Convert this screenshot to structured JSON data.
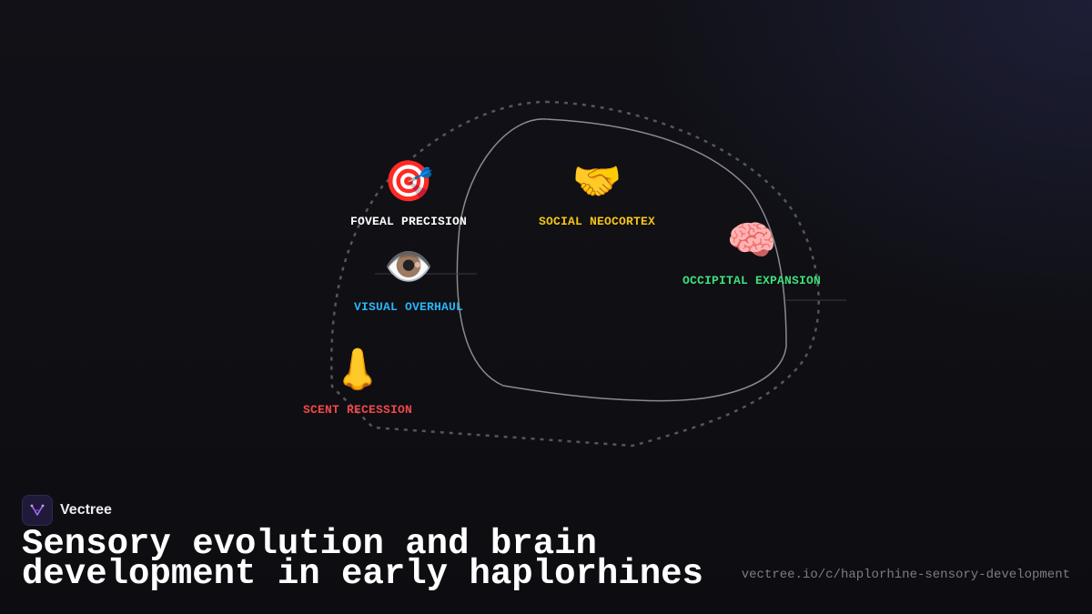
{
  "brand": {
    "name": "Vectree",
    "logo_icon": "vectree-logo-icon"
  },
  "title": "Sensory evolution and brain development in early haplorhines",
  "url": "vectree.io/c/haplorhine-sensory-development",
  "nodes": [
    {
      "id": "foveal",
      "icon": "🎯",
      "icon_name": "target-icon",
      "label": "FOVEAL PRECISION",
      "color": "#ffffff"
    },
    {
      "id": "social",
      "icon": "🤝",
      "icon_name": "handshake-icon",
      "label": "SOCIAL NEOCORTEX",
      "color": "#f5c518"
    },
    {
      "id": "occipital",
      "icon": "🧠",
      "icon_name": "brain-icon",
      "label": "OCCIPITAL EXPANSION",
      "color": "#3ee07a"
    },
    {
      "id": "visual",
      "icon": "👁️",
      "icon_name": "eye-icon",
      "label": "VISUAL OVERHAUL",
      "color": "#29b6f6"
    },
    {
      "id": "scent",
      "icon": "👃",
      "icon_name": "nose-icon",
      "label": "SCENT RECESSION",
      "color": "#f04848"
    }
  ],
  "colors": {
    "background": "#0e0e12",
    "outer_boundary": "#5a5a62",
    "inner_boundary": "#8a8a92"
  }
}
